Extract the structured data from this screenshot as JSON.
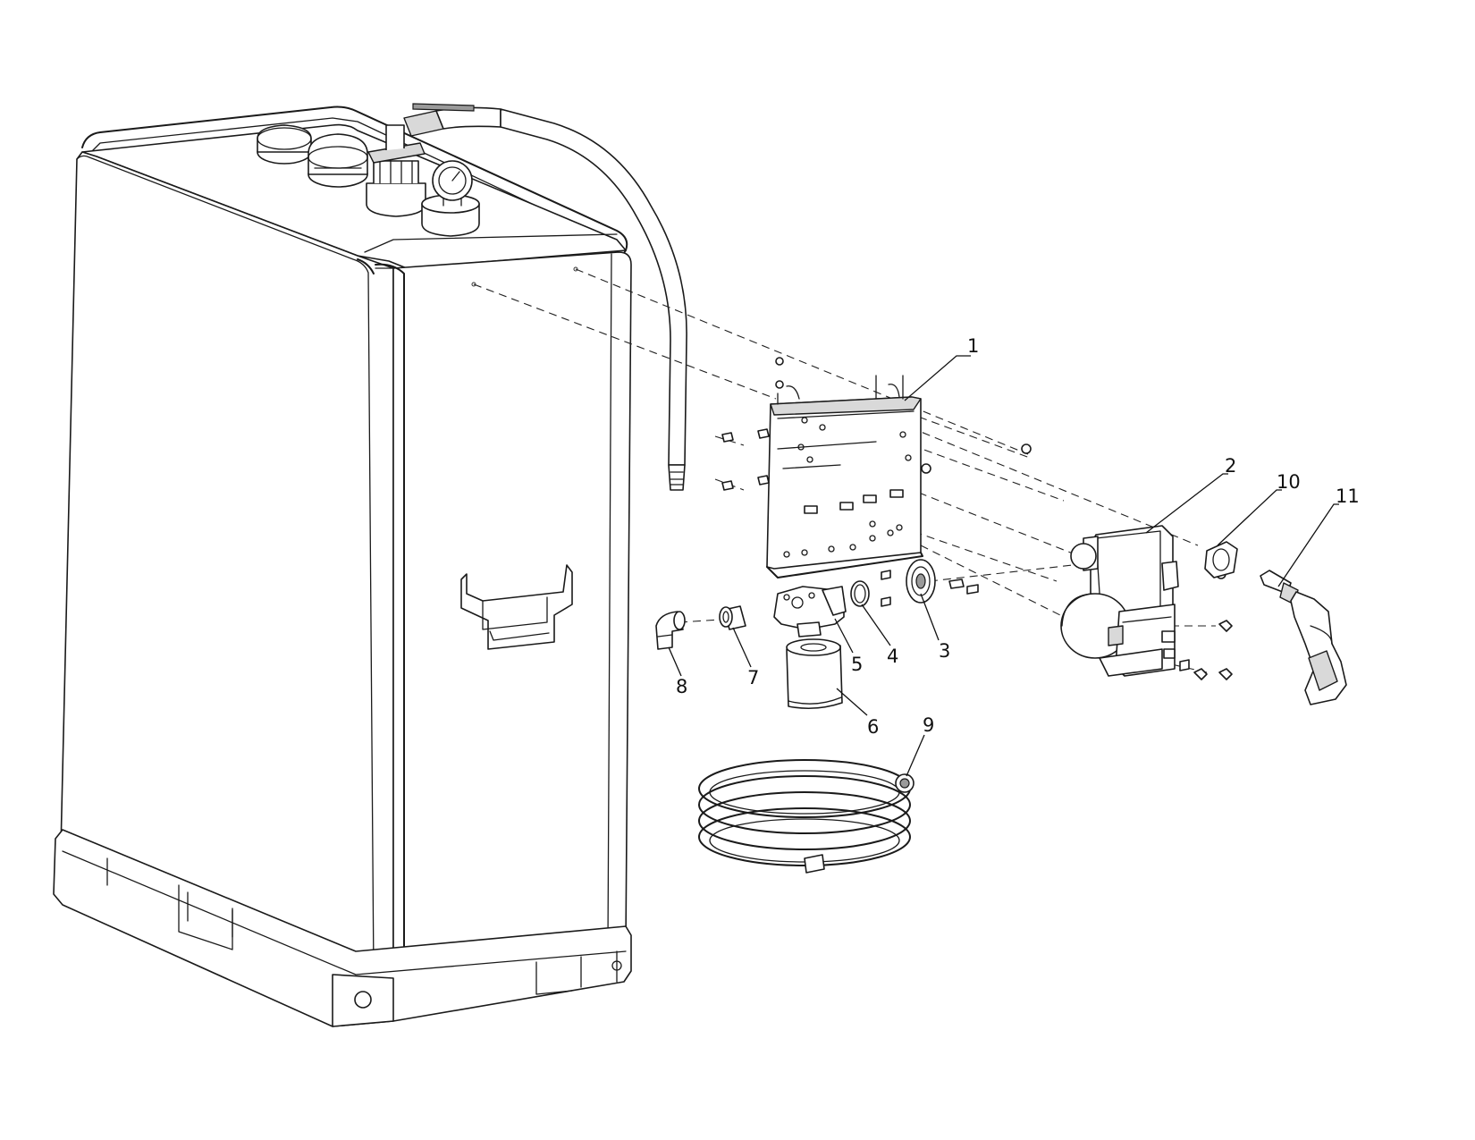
{
  "diagram": {
    "type": "exploded-parts-diagram",
    "callouts": [
      {
        "id": "callout-1",
        "label": "1"
      },
      {
        "id": "callout-2",
        "label": "2"
      },
      {
        "id": "callout-3",
        "label": "3"
      },
      {
        "id": "callout-4",
        "label": "4"
      },
      {
        "id": "callout-5",
        "label": "5"
      },
      {
        "id": "callout-6",
        "label": "6"
      },
      {
        "id": "callout-7",
        "label": "7"
      },
      {
        "id": "callout-8",
        "label": "8"
      },
      {
        "id": "callout-9",
        "label": "9"
      },
      {
        "id": "callout-10",
        "label": "10"
      },
      {
        "id": "callout-11",
        "label": "11"
      }
    ]
  }
}
